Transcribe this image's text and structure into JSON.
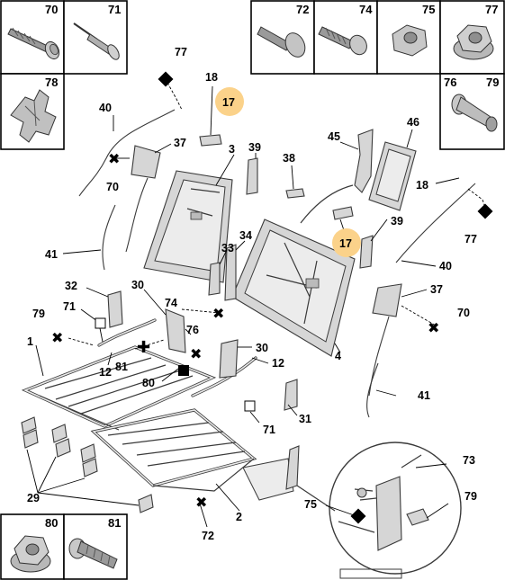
{
  "hardware_cells": [
    {
      "id": "cell-70",
      "label": "70",
      "icon": "bolt-flange-icon"
    },
    {
      "id": "cell-71",
      "label": "71",
      "icon": "rivet-icon"
    },
    {
      "id": "cell-72",
      "label": "72",
      "icon": "bolt-round-head-icon"
    },
    {
      "id": "cell-74",
      "label": "74",
      "icon": "bolt-flange-icon"
    },
    {
      "id": "cell-75",
      "label": "75",
      "icon": "hex-nut-icon"
    },
    {
      "id": "cell-77",
      "label": "77",
      "icon": "hex-nut-flange-icon"
    },
    {
      "id": "cell-78",
      "label": "78",
      "icon": "clip-icon"
    },
    {
      "id": "cell-76",
      "label": "76",
      "icon": "shoulder-bolt-icon"
    },
    {
      "id": "cell-79",
      "label": "79",
      "icon": "shoulder-bolt-icon"
    },
    {
      "id": "cell-80",
      "label": "80",
      "icon": "hex-nut-flange-icon"
    },
    {
      "id": "cell-81",
      "label": "81",
      "icon": "bolt-flange-icon"
    }
  ],
  "callouts": [
    "77",
    "18",
    "17",
    "40",
    "3",
    "37",
    "39",
    "38",
    "45",
    "46",
    "18",
    "77",
    "70",
    "17",
    "39",
    "40",
    "41",
    "33",
    "34",
    "32",
    "30",
    "74",
    "71",
    "79",
    "37",
    "70",
    "1",
    "76",
    "30",
    "81",
    "12",
    "4",
    "80",
    "12",
    "41",
    "31",
    "71",
    "73",
    "29",
    "75",
    "79",
    "2",
    "72"
  ],
  "highlight_color": "#fbd28a"
}
